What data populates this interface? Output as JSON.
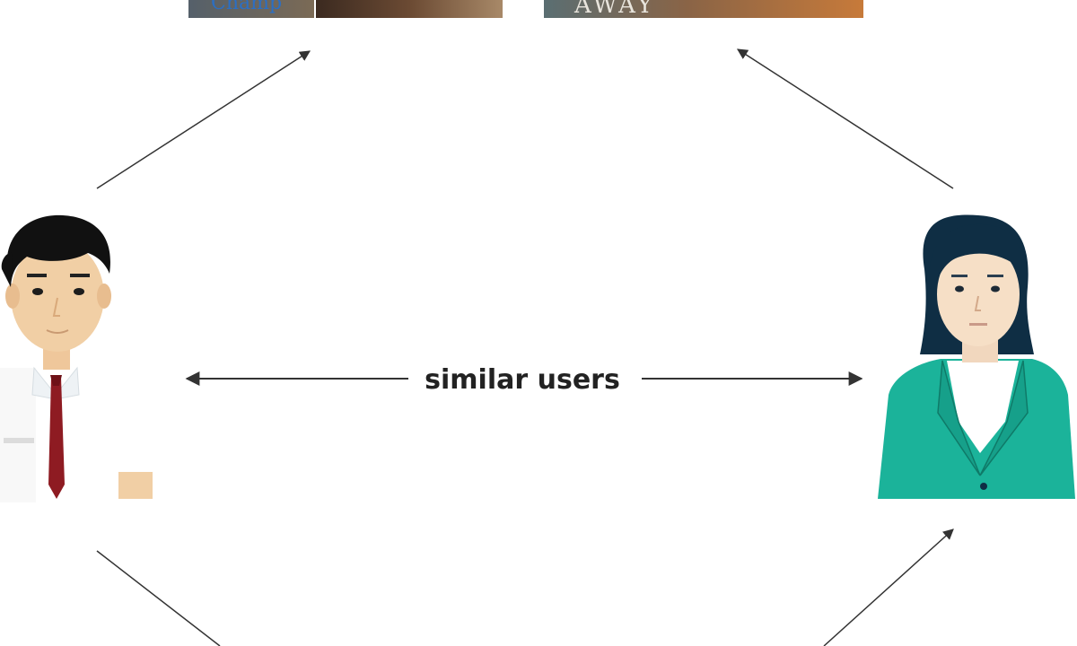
{
  "diagram": {
    "center_label": "similar users",
    "posters": {
      "left_poster_text": "Champ",
      "right_poster_text": "AWAY"
    },
    "users": {
      "left": {
        "icon": "male-user-icon",
        "shirt_color": "#ffffff",
        "tie_color": "#8e1b22",
        "hair_color": "#111111"
      },
      "right": {
        "icon": "female-user-icon",
        "jacket_color": "#1bb39a",
        "hair_color": "#0f2e44"
      }
    },
    "colors": {
      "skin": "#f1cfa5",
      "arrow": "#333333",
      "label": "#222222"
    }
  }
}
